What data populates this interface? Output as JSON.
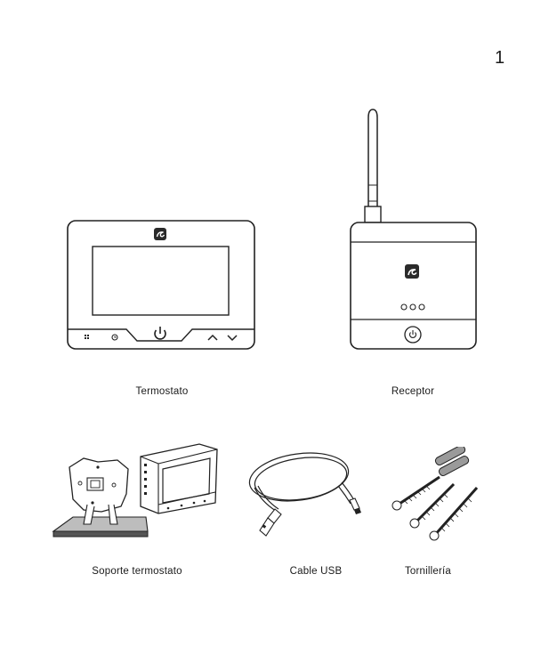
{
  "page": {
    "number": "1"
  },
  "items": [
    {
      "id": "thermostat",
      "label": "Termostato"
    },
    {
      "id": "receiver",
      "label": "Receptor"
    },
    {
      "id": "stand",
      "label": "Soporte termostato"
    },
    {
      "id": "usb_cable",
      "label": "Cable USB"
    },
    {
      "id": "screws",
      "label": "Tornillería"
    }
  ]
}
